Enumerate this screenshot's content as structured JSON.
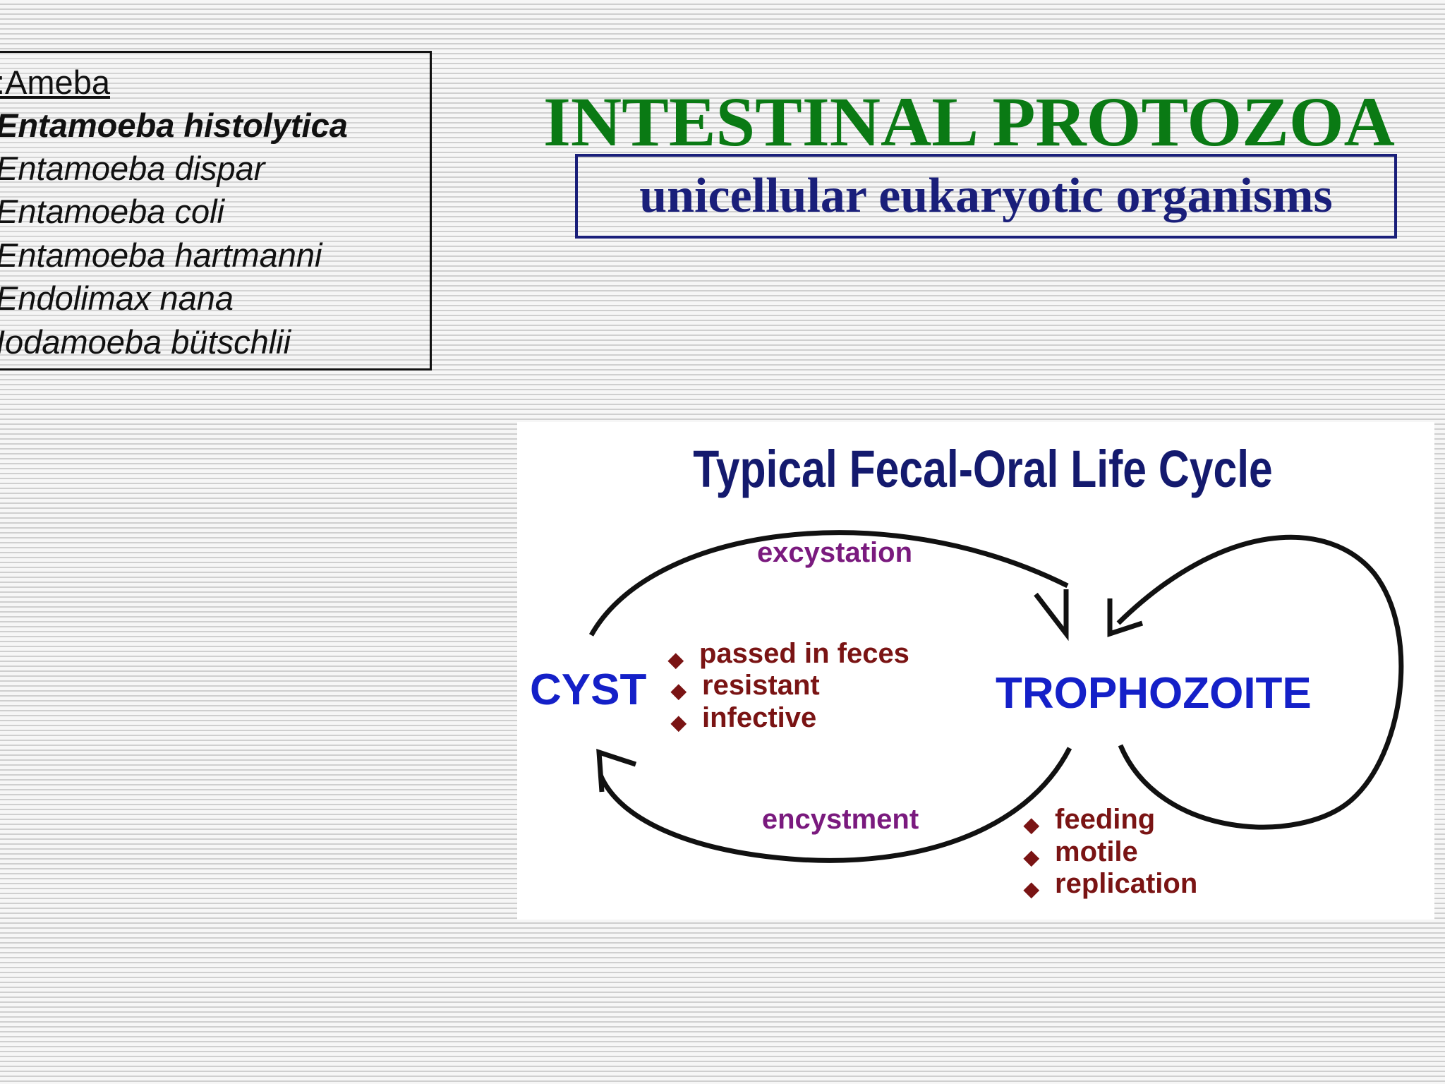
{
  "slide": {
    "title": "INTESTINAL PROTOZOA",
    "subtitle": "unicellular eukaryotic organisms",
    "colors": {
      "title": "#0a7a14",
      "subtitle": "#1a1f7a"
    }
  },
  "species_list": {
    "heading": ":Ameba",
    "items": [
      "Entamoeba histolytica",
      "Entamoeba dispar",
      "Entamoeba coli",
      "Entamoeba hartmanni",
      "Endolimax nana",
      "Iodamoeba bütschlii"
    ]
  },
  "life_cycle": {
    "title": "Typical Fecal-Oral Life Cycle",
    "stages": {
      "cyst": "CYST",
      "trophozoite": "TROPHOZOITE"
    },
    "transitions": {
      "excystation": "excystation",
      "encystment": "encystment"
    },
    "cyst_traits": [
      "passed in feces",
      "resistant",
      "infective"
    ],
    "trophozoite_traits": [
      "feeding",
      "motile",
      "replication"
    ],
    "colors": {
      "title": "#141a6e",
      "stage": "#1420c8",
      "transition": "#7a1a7e",
      "trait": "#7a1414"
    },
    "bullet_glyph": "◆"
  }
}
